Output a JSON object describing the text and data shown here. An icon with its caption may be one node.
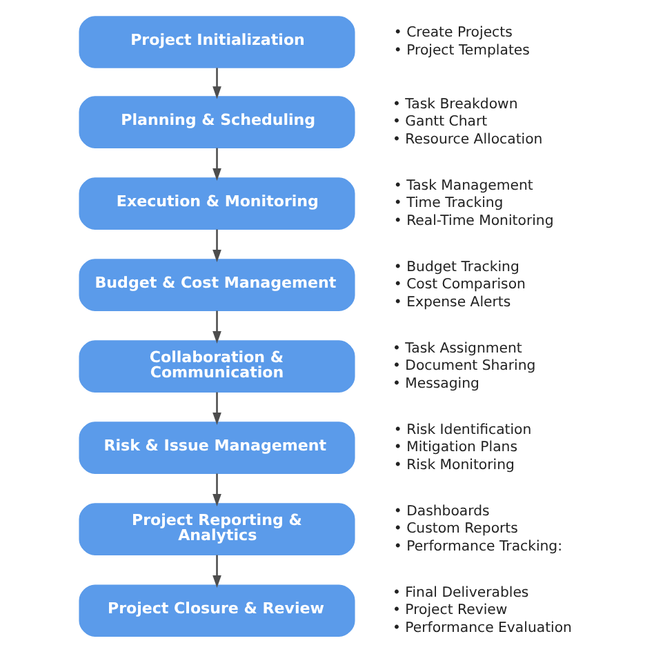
{
  "diagram": {
    "nodes": [
      {
        "text": [
          "Project Initialization"
        ],
        "beside": [
          "• Create Projects",
          "• Project Templates"
        ]
      },
      {
        "text": [
          "Planning & Scheduling"
        ],
        "beside": [
          "• Task Breakdown",
          "• Gantt Chart",
          "• Resource Allocation"
        ]
      },
      {
        "text": [
          "Execution & Monitoring"
        ],
        "beside": [
          "• Task Management",
          "• Time Tracking",
          "• Real-Time Monitoring"
        ]
      },
      {
        "text": [
          "Budget & Cost Management"
        ],
        "beside": [
          "• Budget Tracking",
          "• Cost Comparison",
          "• Expense Alerts"
        ]
      },
      {
        "text": [
          "Collaboration & Communication"
        ],
        "beside": [
          "• Task Assignment",
          "• Document Sharing",
          "• Messaging"
        ]
      },
      {
        "text": [
          "Risk & Issue Management"
        ],
        "beside": [
          "• Risk Identification",
          "• Mitigation Plans",
          "• Risk Monitoring"
        ]
      },
      {
        "text": [
          "Project Reporting & Analytics"
        ],
        "beside": [
          "• Dashboards",
          "• Custom Reports",
          "• Performance Tracking:"
        ]
      },
      {
        "text": [
          "Project Closure & Review"
        ],
        "beside": [
          "• Final Deliverables",
          "• Project Review",
          "• Performance Evaluation"
        ]
      }
    ],
    "edges": [
      {
        "from": 0,
        "to": 1,
        "arrow": "to"
      },
      {
        "from": 1,
        "to": 2,
        "arrow": "to"
      },
      {
        "from": 2,
        "to": 3,
        "arrow": "to"
      },
      {
        "from": 3,
        "to": 4,
        "arrow": "to"
      },
      {
        "from": 4,
        "to": 5,
        "arrow": "to"
      },
      {
        "from": 5,
        "to": 6,
        "arrow": "to"
      },
      {
        "from": 6,
        "to": 7,
        "arrow": "to"
      }
    ]
  }
}
